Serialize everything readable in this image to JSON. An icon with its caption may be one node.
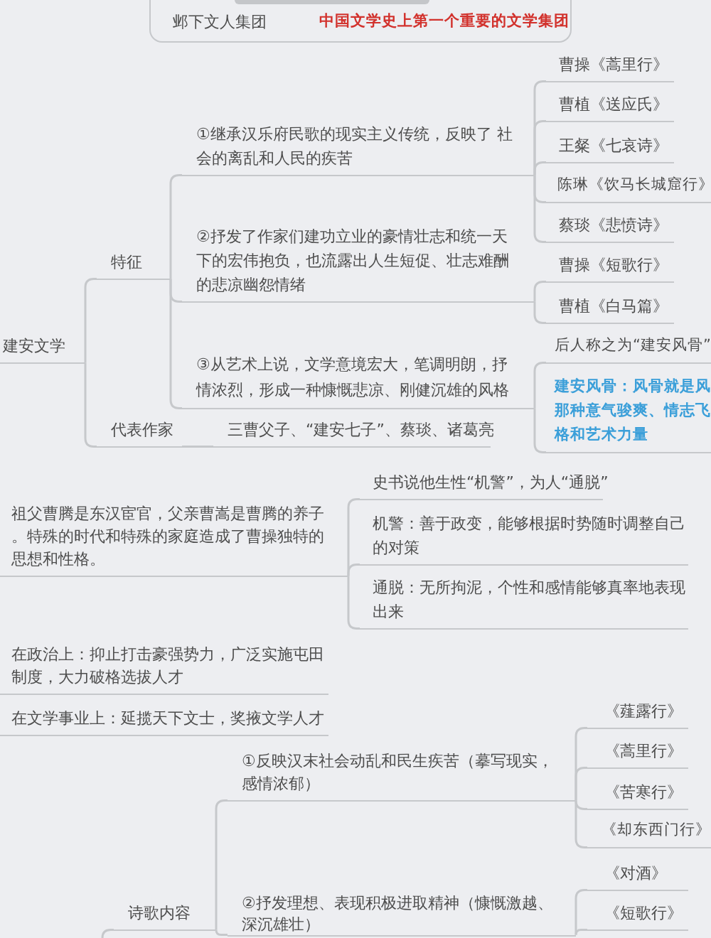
{
  "diagram": {
    "nodes": [
      {
        "text": [],
        "shape": "box"
      },
      {
        "text": [],
        "shape": "bar",
        "in": 0
      },
      {
        "text": [
          "邺下文人集团"
        ],
        "in": 0
      },
      {
        "text": [
          "中国文学史上第一个重要的文学集团"
        ],
        "in": 0
      },
      {
        "text": [
          "建安文学"
        ]
      },
      {
        "text": [
          "特征"
        ]
      },
      {
        "text": [
          "①继承汉乐府民歌的现实主义传统，反映了 社会的离乱和人民的疾苦"
        ]
      },
      {
        "text": [
          "曹操《蒿里行》"
        ]
      },
      {
        "text": [
          "曹植《送应氏》"
        ]
      },
      {
        "text": [
          "王粲《七哀诗》"
        ]
      },
      {
        "text": [
          "陈琳《饮马长城窟行》"
        ]
      },
      {
        "text": [
          "蔡琰《悲愤诗》"
        ]
      },
      {
        "text": [
          "②抒发了作家们建功立业的豪情壮志和统一天下的宏伟抱负，也流露出人生短促、壮志难酬的悲凉幽怨情绪"
        ]
      },
      {
        "text": [
          "曹操《短歌行》"
        ]
      },
      {
        "text": [
          "曹植《白马篇》"
        ]
      },
      {
        "text": [
          "③从艺术上说，文学意境宏大，笔调明朗，抒情浓烈，形成一种慷慨悲凉、刚健沉雄的风格"
        ]
      },
      {
        "text": [
          "后人称之为“建安风骨”"
        ]
      },
      {
        "text": [
          "建安风骨：风骨就是风那种意气骏爽、情志飞格和艺术力量"
        ]
      },
      {
        "text": [
          "代表作家"
        ]
      },
      {
        "text": [
          "三曹父子、“建安七子”、蔡琰、诸葛亮"
        ]
      },
      {
        "text": [
          "祖父曹腾是东汉宦官，父亲曹嵩是曹腾的养子。特殊的时代和特殊的家庭造成了曹操独特的思想和性格。"
        ]
      },
      {
        "text": [
          "史书说他生性“机警”，为人“通脱”"
        ]
      },
      {
        "text": [
          "机警：善于政变，能够根据时势随时调整自己的对策"
        ]
      },
      {
        "text": [
          "通脱：无所拘泥，个性和感情能够真率地表现出来"
        ]
      },
      {
        "text": [
          "在政治上：抑止打击豪强势力，广泛实施屯田制度，大力破格选拔人才"
        ]
      },
      {
        "text": [
          "在文学事业上：延揽天下文士，奖掖文学人才"
        ]
      },
      {
        "text": [
          "诗歌内容"
        ]
      },
      {
        "text": [
          "①反映汉末社会动乱和民生疾苦（摹写现实，感情浓郁）"
        ]
      },
      {
        "text": [
          "《薤露行》"
        ]
      },
      {
        "text": [
          "《蒿里行》"
        ]
      },
      {
        "text": [
          "《苦寒行》"
        ]
      },
      {
        "text": [
          "《却东西门行》"
        ]
      },
      {
        "text": [
          "②抒发理想、表现积极进取精神（慷慨激越、深沉雄壮）"
        ]
      },
      {
        "text": [
          "《对酒》"
        ]
      },
      {
        "text": [
          "《短歌行》"
        ]
      }
    ],
    "edges": [
      {
        "from": 4,
        "to": 5,
        "arrow": "none"
      },
      {
        "from": 4,
        "to": 18,
        "arrow": "none"
      },
      {
        "from": 5,
        "to": 6,
        "arrow": "none"
      },
      {
        "from": 5,
        "to": 12,
        "arrow": "none"
      },
      {
        "from": 5,
        "to": 15,
        "arrow": "none"
      },
      {
        "from": 6,
        "to": 7,
        "arrow": "none"
      },
      {
        "from": 6,
        "to": 8,
        "arrow": "none"
      },
      {
        "from": 6,
        "to": 9,
        "arrow": "none"
      },
      {
        "from": 6,
        "to": 10,
        "arrow": "none"
      },
      {
        "from": 6,
        "to": 11,
        "arrow": "none"
      },
      {
        "from": 12,
        "to": 13,
        "arrow": "none"
      },
      {
        "from": 12,
        "to": 14,
        "arrow": "none"
      },
      {
        "from": 15,
        "to": 16,
        "arrow": "none"
      },
      {
        "from": 15,
        "to": 17,
        "arrow": "none"
      },
      {
        "from": 18,
        "to": 19,
        "arrow": "none"
      },
      {
        "from": 20,
        "to": 21,
        "arrow": "none"
      },
      {
        "from": 20,
        "to": 22,
        "arrow": "none"
      },
      {
        "from": 20,
        "to": 23,
        "arrow": "none"
      },
      {
        "from": null,
        "to": 26,
        "arrow": "none"
      },
      {
        "from": 26,
        "to": 27,
        "arrow": "none"
      },
      {
        "from": 26,
        "to": 32,
        "arrow": "none"
      },
      {
        "from": 27,
        "to": 28,
        "arrow": "none"
      },
      {
        "from": 27,
        "to": 29,
        "arrow": "none"
      },
      {
        "from": 27,
        "to": 30,
        "arrow": "none"
      },
      {
        "from": 27,
        "to": 31,
        "arrow": "none"
      },
      {
        "from": 32,
        "to": 33,
        "arrow": "none"
      },
      {
        "from": 32,
        "to": 34,
        "arrow": "none"
      }
    ]
  }
}
